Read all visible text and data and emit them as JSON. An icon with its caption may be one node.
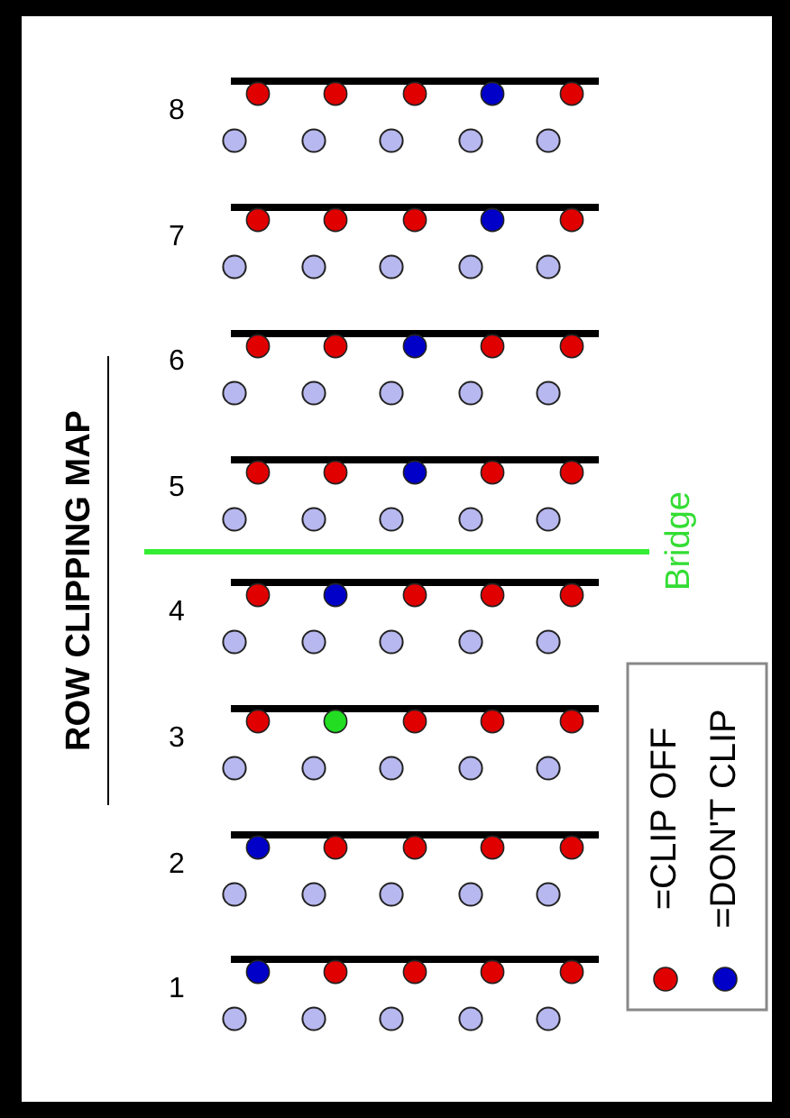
{
  "diagram": {
    "title": "ROW CLIPPING MAP",
    "labels": [
      "8",
      "7",
      "6",
      "5",
      "Bridge",
      "4",
      "3",
      "2",
      "1"
    ],
    "legend": [
      {
        "text": "=CLIP OFF",
        "color": "#e00000"
      },
      {
        "text": "=DON'T CLIP",
        "color": "#0000c8"
      }
    ]
  }
}
